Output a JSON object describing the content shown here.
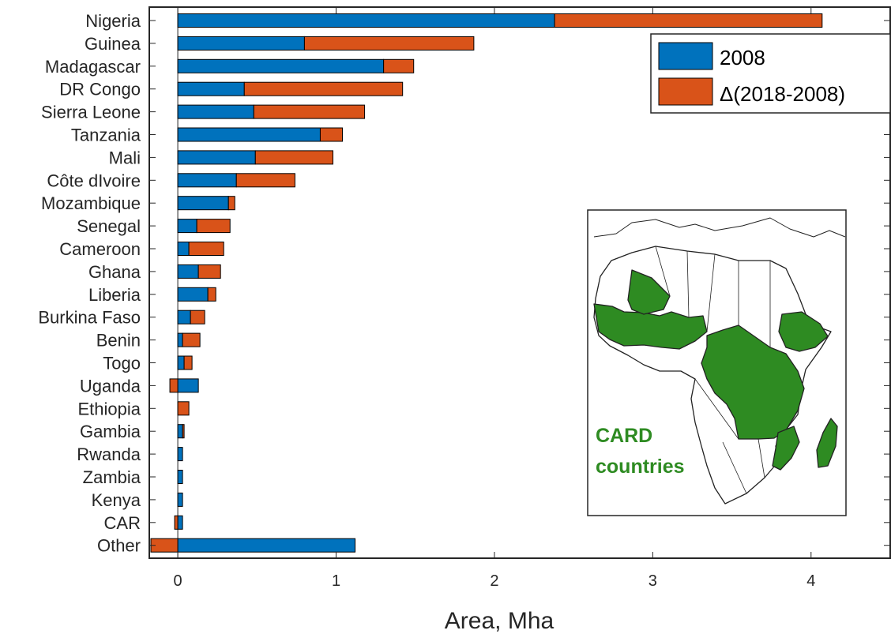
{
  "chart_data": {
    "type": "bar",
    "orientation": "horizontal",
    "stacked": true,
    "categories": [
      "Nigeria",
      "Guinea",
      "Madagascar",
      "DR Congo",
      "Sierra Leone",
      "Tanzania",
      "Mali",
      "Côte dIvoire",
      "Mozambique",
      "Senegal",
      "Cameroon",
      "Ghana",
      "Liberia",
      "Burkina Faso",
      "Benin",
      "Togo",
      "Uganda",
      "Ethiopia",
      "Gambia",
      "Rwanda",
      "Zambia",
      "Kenya",
      "CAR",
      "Other"
    ],
    "series": [
      {
        "name": "2008",
        "color": "#0072BD",
        "values": [
          2.38,
          0.8,
          1.3,
          0.42,
          0.48,
          0.9,
          0.49,
          0.37,
          0.32,
          0.12,
          0.07,
          0.13,
          0.19,
          0.08,
          0.03,
          0.04,
          0.13,
          0.0,
          0.03,
          0.03,
          0.03,
          0.03,
          0.03,
          1.12
        ]
      },
      {
        "name": "Δ(2018-2008)",
        "color": "#D95319",
        "values": [
          1.69,
          1.07,
          0.19,
          1.0,
          0.7,
          0.14,
          0.49,
          0.37,
          0.04,
          0.21,
          0.22,
          0.14,
          0.05,
          0.09,
          0.11,
          0.05,
          -0.05,
          0.07,
          0.01,
          0.0,
          0.0,
          0.0,
          -0.02,
          -0.17
        ]
      }
    ],
    "xlabel": "Area, Mha",
    "ylabel": "",
    "xlim": [
      -0.18,
      4.5
    ],
    "xticks": [
      0,
      1,
      2,
      3,
      4
    ],
    "grid": false,
    "legend_position": "top-right"
  },
  "inset": {
    "label_line1": "CARD",
    "label_line2": "countries",
    "highlight_color": "#2E8B22"
  }
}
